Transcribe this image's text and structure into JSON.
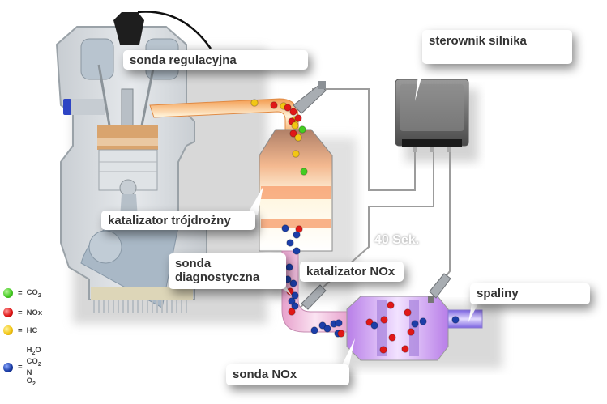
{
  "labels": {
    "lambda_probe": "sonda regulacyjna",
    "engine_controller": "sterownik silnika",
    "three_way_catalyst": "katalizator trójdrożny",
    "diagnostic_probe_line1": "sonda",
    "diagnostic_probe_line2": "diagnostyczna",
    "nox_catalyst": "katalizator NOx",
    "exhaust": "spaliny",
    "nox_probe": "sonda NOx"
  },
  "timer": "40 Sek.",
  "legend": [
    {
      "color": "#44cc22",
      "eq": "=",
      "text": "CO",
      "sub": "2"
    },
    {
      "color": "#e01818",
      "eq": "=",
      "text": "NOx",
      "sub": ""
    },
    {
      "color": "#f2c614",
      "eq": "=",
      "text": "HC",
      "sub": ""
    },
    {
      "color": "#1c3ea8",
      "eq": "=",
      "stack": [
        "H2O",
        "CO2",
        "N",
        "O2"
      ]
    }
  ],
  "legend_text": {
    "co2": "CO",
    "co2_sub": "2",
    "nox": "NOx",
    "hc": "HC",
    "h2o_h": "H",
    "h2o_sub": "2",
    "h2o_o": "O",
    "co2b": "CO",
    "co2b_sub": "2",
    "n": "N",
    "o2": "O",
    "o2_sub": "2",
    "eq": "="
  },
  "colors": {
    "co2": "#44cc22",
    "nox": "#e01818",
    "hc": "#f2c614",
    "clean": "#1c3ea8",
    "exhaust_pipe": "#f6a15a",
    "nox_catalyst": "#c58cf0",
    "controller": "#6e6e6e"
  }
}
